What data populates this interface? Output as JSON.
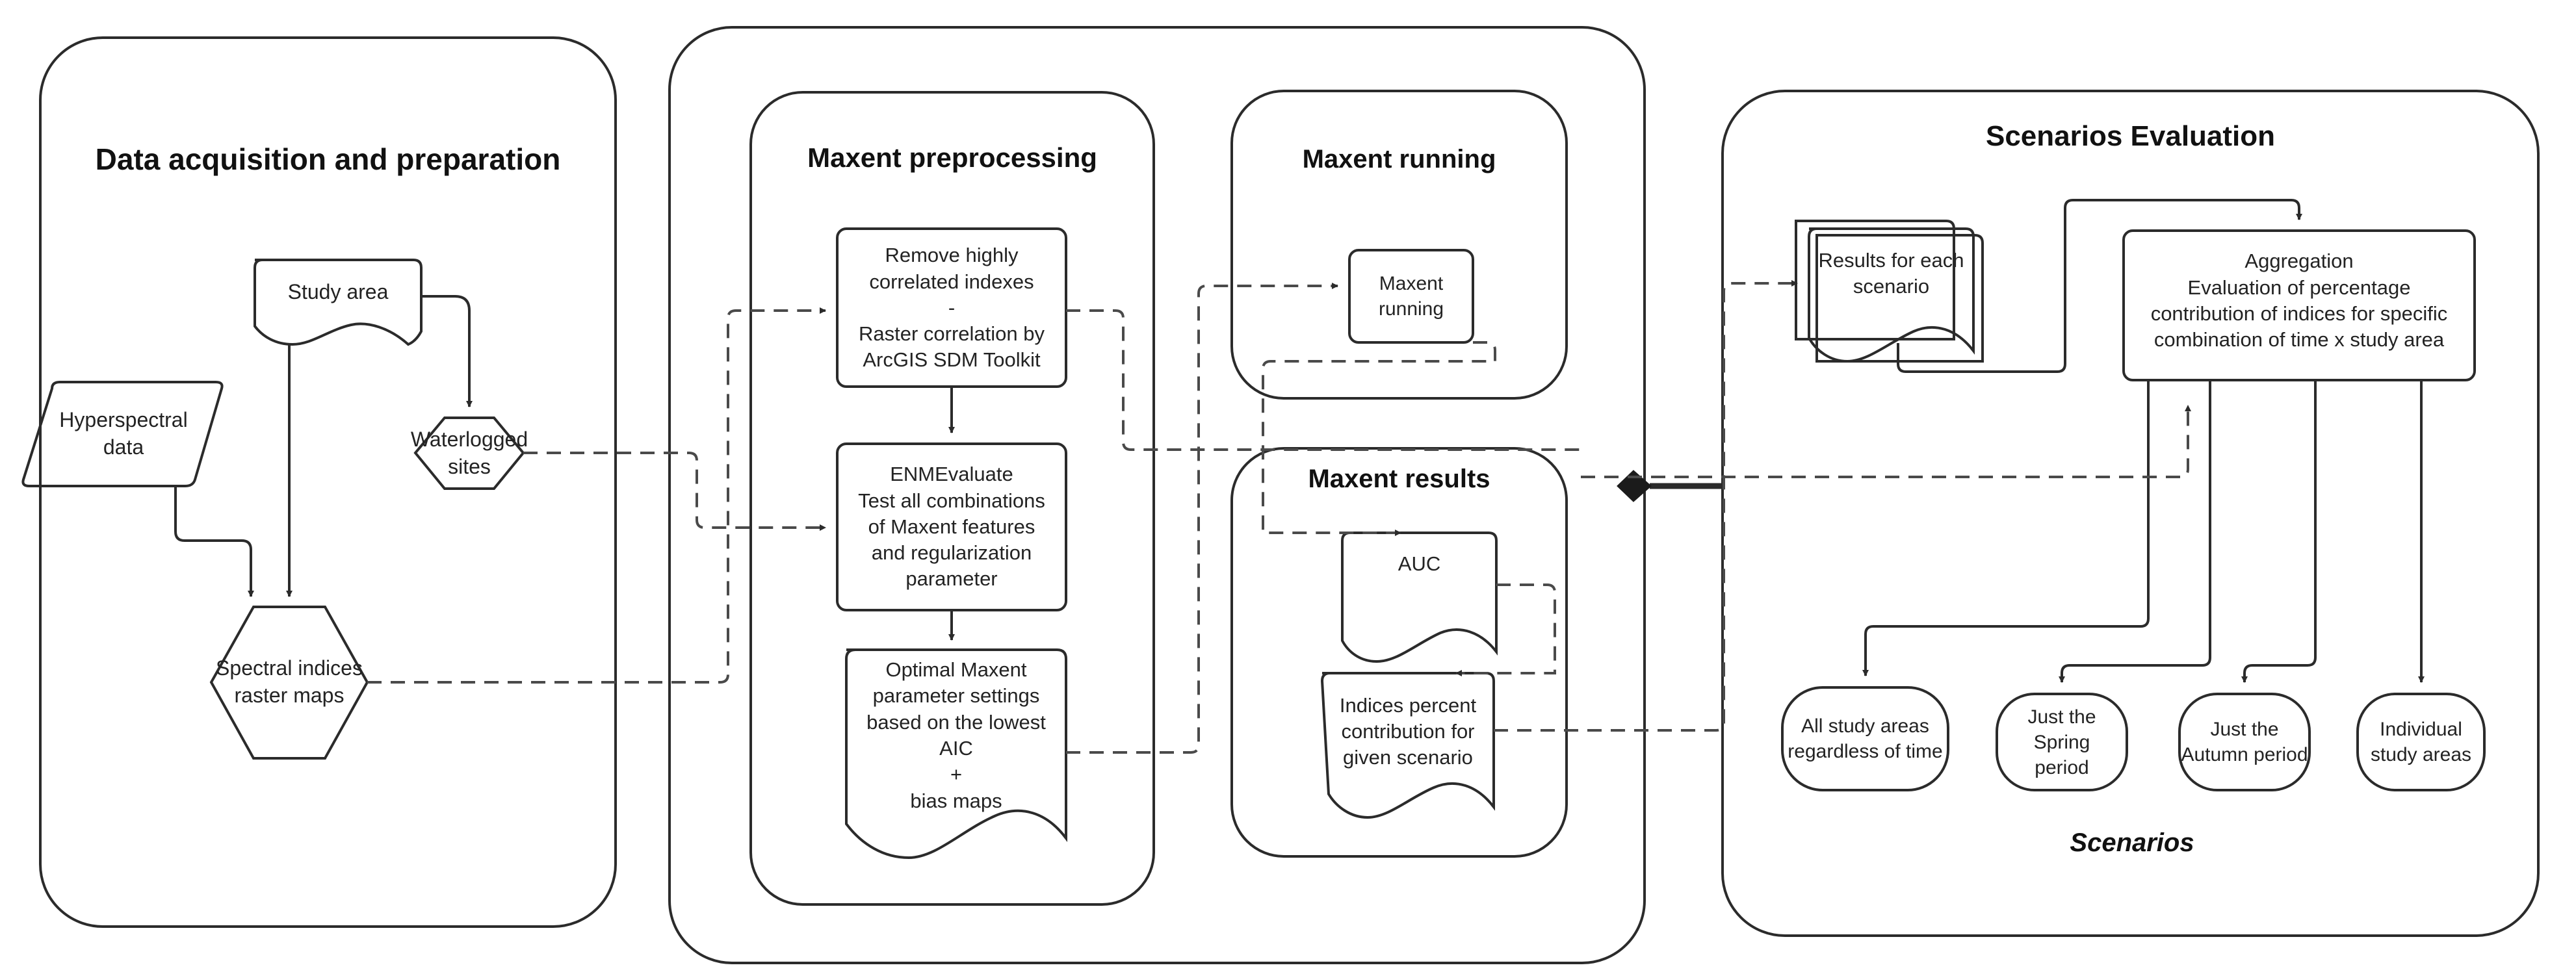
{
  "diagram": {
    "type": "flowchart",
    "title": "Maxent modelling workflow",
    "groups": [
      {
        "id": "data-acquisition",
        "label": "Data acquisition and preparation"
      },
      {
        "id": "maxent-outer",
        "label": ""
      },
      {
        "id": "maxent-preprocessing",
        "label": "Maxent preprocessing"
      },
      {
        "id": "maxent-running",
        "label": "Maxent running"
      },
      {
        "id": "maxent-results",
        "label": "Maxent results"
      },
      {
        "id": "scenarios-evaluation",
        "label": "Scenarios Evaluation"
      }
    ],
    "nodes": {
      "study_area": "Study area",
      "hyperspectral_data": "Hyperspectral\ndata",
      "waterlogged_sites": "Waterlogged\nsites",
      "spectral_indices": "Spectral indices\nraster maps",
      "remove_correlated": "Remove highly\ncorrelated indexes\n-\nRaster correlation by\nArcGIS SDM Toolkit",
      "enmevaluate": "ENMEvaluate\nTest all combinations\nof Maxent features\nand regularization\nparameter",
      "optimal_settings": "Optimal Maxent\nparameter settings\nbased on the lowest\nAIC\n+\nbias maps",
      "maxent_running": "Maxent\nrunning",
      "auc": "AUC",
      "indices_percent": "Indices percent\ncontribution for\ngiven scenario",
      "results_each_scenario": "Results for each\nscenario",
      "aggregation": "Aggregation\nEvaluation of percentage\ncontribution of indices for specific\ncombination of time x study area"
    },
    "scenarios_label": "Scenarios",
    "scenarios": [
      "All study areas\nregardless of time",
      "Just the Spring\nperiod",
      "Just the\nAutumn period",
      "Individual\nstudy areas"
    ],
    "colors": {
      "stroke": "#2b2b2b",
      "text": "#232323",
      "title": "#111111",
      "background": "#ffffff"
    }
  }
}
